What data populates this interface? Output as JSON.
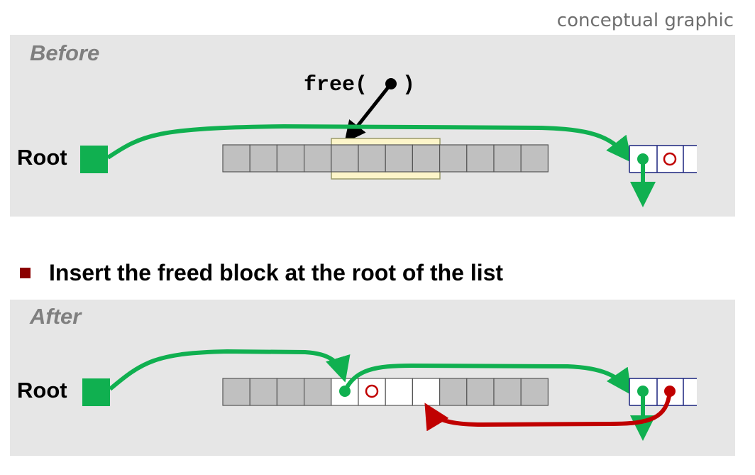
{
  "header": {
    "note": "conceptual graphic"
  },
  "before": {
    "title": "Before",
    "root_label": "Root",
    "call_text": "free(",
    "call_close": ")"
  },
  "bullet": {
    "text": "Insert the freed block at the root of the list"
  },
  "after": {
    "title": "After",
    "root_label": "Root"
  },
  "colors": {
    "panel_bg": "#e6e6e6",
    "block_gray": "#c0c0c0",
    "highlight": "#fdf5c9",
    "green": "#10b050",
    "dark_red": "#c00000",
    "bullet": "#8b0000"
  }
}
